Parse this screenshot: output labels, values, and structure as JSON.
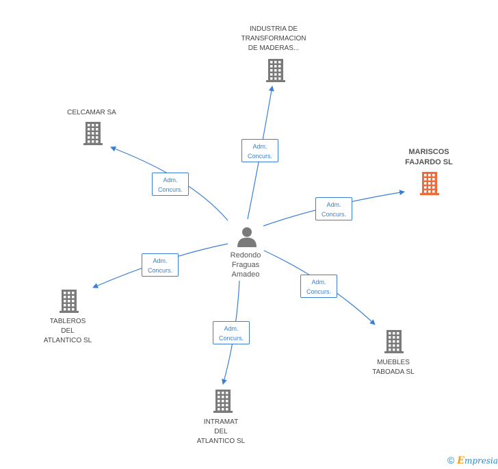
{
  "center": {
    "name_lines": [
      "Redondo",
      "Fraguas",
      "Amadeo"
    ],
    "icon": "person-icon"
  },
  "nodes": [
    {
      "id": "industria",
      "lines": [
        "INDUSTRIA DE",
        "TRANSFORMACION",
        "DE MADERAS..."
      ],
      "highlight": false,
      "icon": "building-icon"
    },
    {
      "id": "celcamar",
      "lines": [
        "CELCAMAR SA"
      ],
      "highlight": false,
      "icon": "building-icon"
    },
    {
      "id": "mariscos",
      "lines": [
        "MARISCOS",
        "FAJARDO SL"
      ],
      "highlight": true,
      "icon": "building-icon"
    },
    {
      "id": "tableros",
      "lines": [
        "TABLEROS",
        "DEL",
        "ATLANTICO SL"
      ],
      "highlight": false,
      "icon": "building-icon"
    },
    {
      "id": "muebles",
      "lines": [
        "MUEBLES",
        "TABOADA SL"
      ],
      "highlight": false,
      "icon": "building-icon"
    },
    {
      "id": "intramat",
      "lines": [
        "INTRAMAT",
        "DEL",
        "ATLANTICO SL"
      ],
      "highlight": false,
      "icon": "building-icon"
    }
  ],
  "relations": [
    {
      "to": "industria",
      "lines": [
        "Adm.",
        "Concurs."
      ]
    },
    {
      "to": "celcamar",
      "lines": [
        "Adm.",
        "Concurs."
      ]
    },
    {
      "to": "mariscos",
      "lines": [
        "Adm.",
        "Concurs."
      ]
    },
    {
      "to": "tableros",
      "lines": [
        "Adm.",
        "Concurs."
      ]
    },
    {
      "to": "muebles",
      "lines": [
        "Adm.",
        "Concurs."
      ]
    },
    {
      "to": "intramat",
      "lines": [
        "Adm.",
        "Concurs."
      ]
    }
  ],
  "colors": {
    "edge": "#3a7fd5",
    "building": "#7a7a7a",
    "building_highlight": "#f26a35",
    "person": "#7a7a7a"
  },
  "footer": {
    "copyright": "©",
    "brand_initial": "E",
    "brand_rest": "mpresia"
  }
}
